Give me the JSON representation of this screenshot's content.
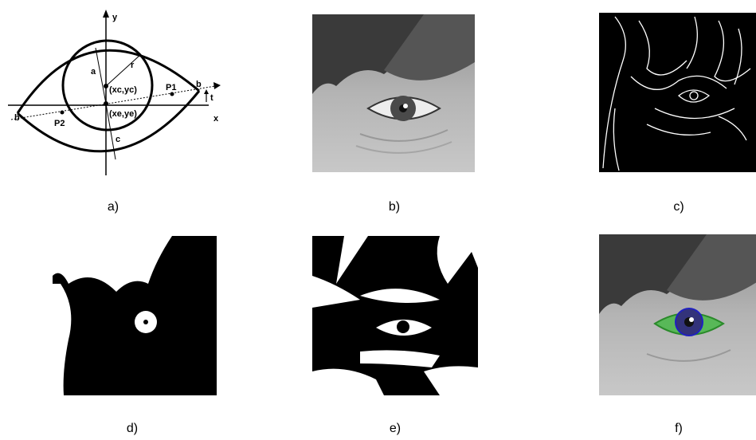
{
  "figure": {
    "panels": [
      {
        "caption": "a)"
      },
      {
        "caption": "b)"
      },
      {
        "caption": "c)"
      },
      {
        "caption": "d)"
      },
      {
        "caption": "e)"
      },
      {
        "caption": "f)"
      }
    ]
  },
  "diagram": {
    "axis_x": "x",
    "axis_y": "y",
    "iris_center": "(xc,yc)",
    "eye_center": "(xe,ye)",
    "point1": "P1",
    "point2": "P2",
    "label_a": "a",
    "label_r": "r",
    "label_b_right": "b",
    "label_b_left": "b",
    "label_c": "c",
    "label_t": "t"
  }
}
